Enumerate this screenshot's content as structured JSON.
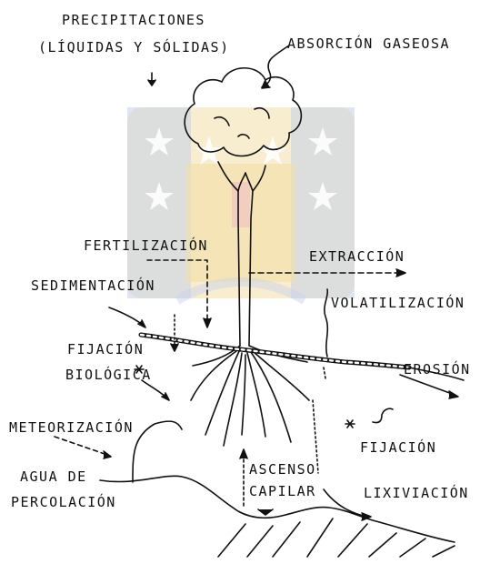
{
  "labels": {
    "precipitaciones_1": "PRECIPITACIONES",
    "precipitaciones_2": "(LÍQUIDAS Y SÓLIDAS)",
    "absorcion": "ABSORCIÓN GASEOSA",
    "fertilizacion": "FERTILIZACIÓN",
    "extraccion": "EXTRACCIÓN",
    "sedimentacion": "SEDIMENTACIÓN",
    "volatilizacion": "VOLATILIZACIÓN",
    "fijacion_bio_1": "FIJACIÓN",
    "fijacion_bio_2": "BIOLÓGICA",
    "erosion": "EROSIÓN",
    "meteorizacion": "METEORIZACIÓN",
    "fijacion": "FIJACIÓN",
    "agua_1": "AGUA DE",
    "agua_2": "PERCOLACIÓN",
    "ascenso_1": "ASCENSO",
    "ascenso_2": "CAPILAR",
    "lixiviacion": "LIXIVIACIÓN"
  },
  "colors": {
    "ink": "#111111",
    "watermark_gold": "#f3dfa6",
    "watermark_blue": "#c9d3ea",
    "watermark_red": "#f0c4c4"
  },
  "icons": {
    "watermark": "university-crest-watermark"
  }
}
